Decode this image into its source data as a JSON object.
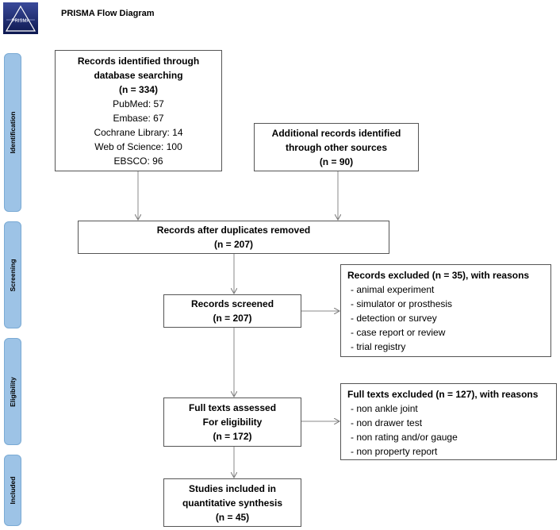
{
  "header": {
    "title": "PRISMA Flow Diagram",
    "logo_text": "PRISMA"
  },
  "phases": {
    "identification": "Identification",
    "screening": "Screening",
    "eligibility": "Eligibility",
    "included": "Included"
  },
  "identified": {
    "title_line1": "Records identified through",
    "title_line2": "database searching",
    "count": "(n = 334)",
    "sources": [
      "PubMed: 57",
      "Embase: 67",
      "Cochrane Library: 14",
      "Web of Science: 100",
      "EBSCO: 96"
    ]
  },
  "additional": {
    "title_line1": "Additional records identified",
    "title_line2": "through other sources",
    "count": "(n = 90)"
  },
  "duplicates": {
    "title": "Records after duplicates removed",
    "count": "(n = 207)"
  },
  "screened": {
    "title": "Records screened",
    "count": "(n = 207)"
  },
  "excluded_records": {
    "title": "Records excluded (n = 35), with reasons",
    "reasons": [
      "- animal experiment",
      "- simulator or prosthesis",
      "- detection or survey",
      "- case report or review",
      "- trial registry"
    ]
  },
  "fulltext": {
    "title_line1": "Full texts assessed",
    "title_line2": "For eligibility",
    "count": "(n = 172)"
  },
  "excluded_fulltext": {
    "title": "Full texts excluded (n = 127), with reasons",
    "reasons": [
      "- non ankle joint",
      "- non drawer test",
      "- non rating and/or gauge",
      "- non property report"
    ]
  },
  "included": {
    "title_line1": "Studies included in",
    "title_line2": "quantitative synthesis",
    "count": "(n = 45)"
  }
}
